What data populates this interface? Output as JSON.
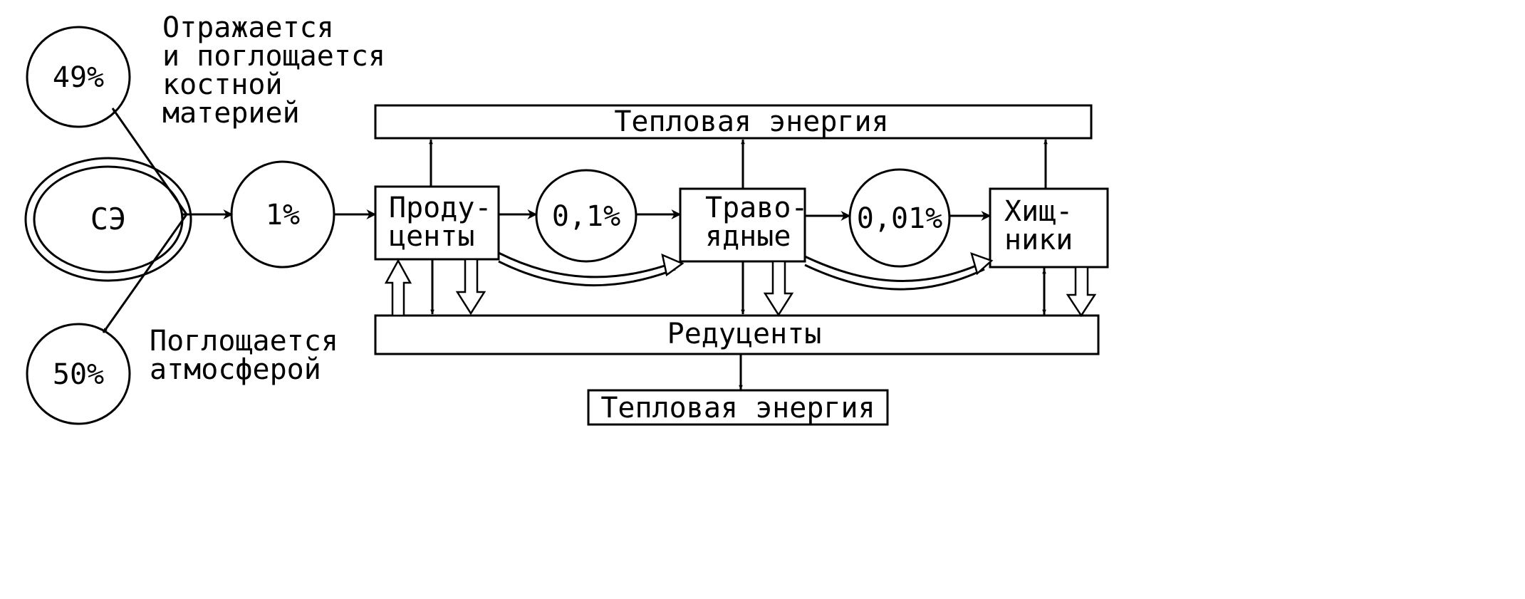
{
  "source": {
    "label": "СЭ"
  },
  "percentages": {
    "reflected": "49%",
    "atmosphere": "50%",
    "into_producers": "1%",
    "into_herbivores": "0,1%",
    "into_predators": "0,01%"
  },
  "annotations": {
    "reflected": [
      "Отражается",
      "и поглощается",
      "костной",
      "материей"
    ],
    "atmosphere": [
      "Поглощается",
      "атмосферой"
    ]
  },
  "trophic_levels": {
    "producers": [
      "Проду-",
      "центы"
    ],
    "herbivores": [
      "Траво-",
      "ядные"
    ],
    "predators": [
      "Хищ-",
      "ники"
    ]
  },
  "bars": {
    "heat_top": "Тепловая энергия",
    "reducers": "Редуценты",
    "heat_bottom": "Тепловая энергия"
  }
}
